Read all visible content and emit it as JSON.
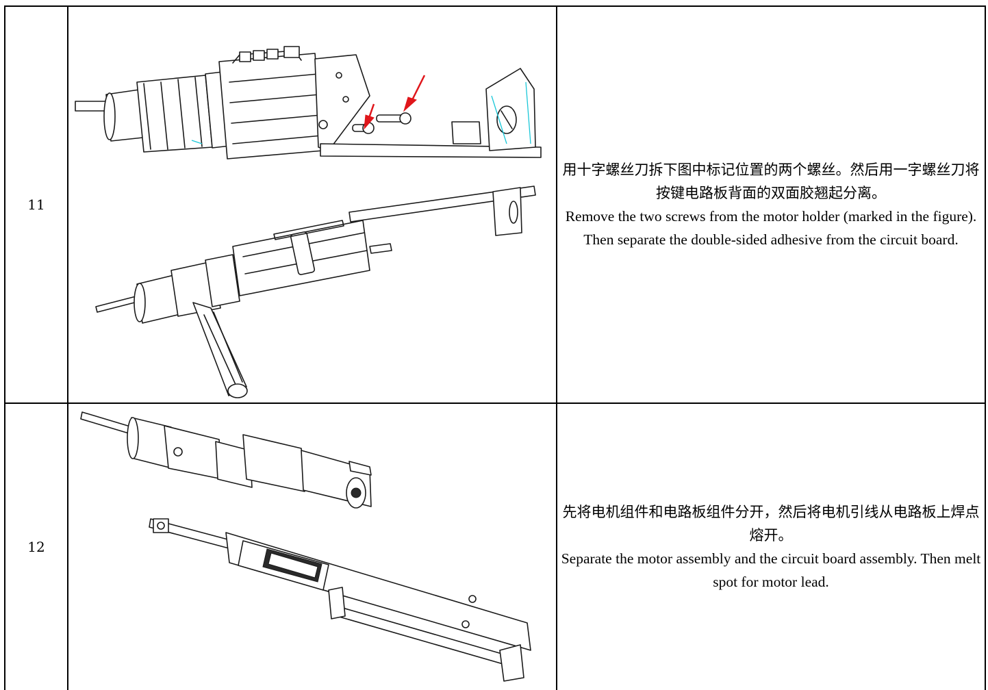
{
  "steps": [
    {
      "number": "11",
      "zh": "用十字螺丝刀拆下图中标记位置的两个螺丝。然后用一字螺丝刀将按键电路板背面的双面胶翘起分离。",
      "en": "Remove the two screws from the motor holder (marked in the figure). Then separate the double-sided adhesive from the circuit board.",
      "marker_color": "#e0161b",
      "highlight_color": "#19c7d8"
    },
    {
      "number": "12",
      "zh": "先将电机组件和电路板组件分开，然后将电机引线从电路板上焊点熔开。",
      "en": "Separate the motor assembly and the circuit board assembly. Then melt spot for motor lead."
    }
  ]
}
